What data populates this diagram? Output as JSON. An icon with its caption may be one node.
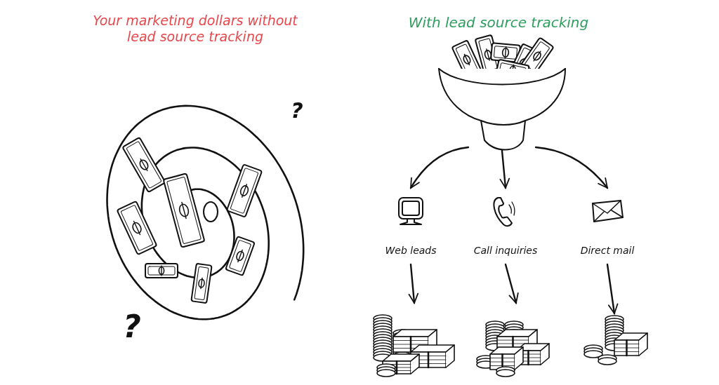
{
  "diagram": {
    "nodes": [
      {
        "text": [],
        "shape": "picture"
      },
      {
        "text": [
          "Web leads"
        ]
      },
      {
        "text": [
          "Call inquiries"
        ]
      },
      {
        "text": [
          "Direct mail"
        ]
      },
      {
        "text": [],
        "shape": "picture"
      },
      {
        "text": [],
        "shape": "picture"
      },
      {
        "text": [],
        "shape": "picture"
      }
    ],
    "edges": [
      {
        "from": 0,
        "to": 1,
        "arrow": "to"
      },
      {
        "from": 0,
        "to": 2,
        "arrow": "to"
      },
      {
        "from": 0,
        "to": 3,
        "arrow": "to"
      },
      {
        "from": 1,
        "to": 4,
        "arrow": "to"
      },
      {
        "from": 2,
        "to": 5,
        "arrow": "to"
      },
      {
        "from": 3,
        "to": 6,
        "arrow": "to"
      }
    ],
    "labels": [
      "Your marketing dollars without lead source tracking",
      "With lead source tracking",
      "?",
      "?"
    ]
  }
}
